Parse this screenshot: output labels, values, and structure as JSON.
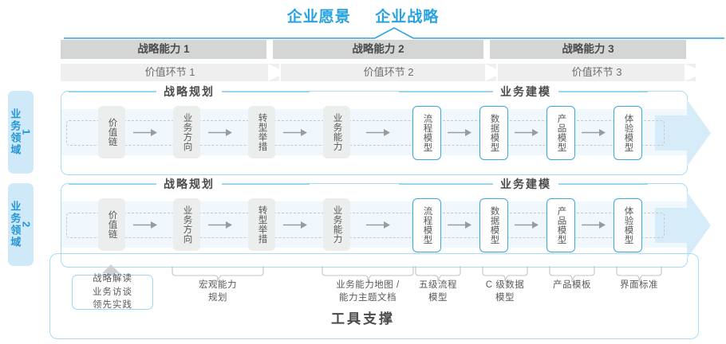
{
  "titles": [
    {
      "id": "enterprise-vision",
      "label": "企业愿景"
    },
    {
      "id": "enterprise-strategy",
      "label": "企业战略"
    }
  ],
  "capabilities": [
    {
      "label": "战略能力 1"
    },
    {
      "label": "战略能力 2"
    },
    {
      "label": "战略能力 3"
    }
  ],
  "value_links": [
    {
      "label": "价值环节 1"
    },
    {
      "label": "价值环节 2"
    },
    {
      "label": "价值环节 3"
    }
  ],
  "domains": [
    {
      "label": "业务领域",
      "num": "1"
    },
    {
      "label": "业务领域",
      "num": "2"
    }
  ],
  "sections": [
    {
      "label": "战略规划"
    },
    {
      "label": "业务建模"
    }
  ],
  "nodes": [
    {
      "label": "价值链",
      "style": "gray"
    },
    {
      "label": "业务方向",
      "style": "gray"
    },
    {
      "label": "转型举措",
      "style": "gray"
    },
    {
      "label": "业务能力",
      "style": "gray"
    },
    {
      "label": "流程模型",
      "style": "blue"
    },
    {
      "label": "数据模型",
      "style": "blue"
    },
    {
      "label": "产品模型",
      "style": "blue"
    },
    {
      "label": "体验模型",
      "style": "blue"
    }
  ],
  "tools": {
    "box": {
      "line1": "战略解读",
      "line2": "业务访谈",
      "line3": "领先实践"
    },
    "labels": [
      {
        "line1": "宏观能力",
        "line2": "规划"
      },
      {
        "line1": "业务能力地图 /",
        "line2": "能力主题文档"
      },
      {
        "line1": "五级流程",
        "line2": "模型"
      },
      {
        "line1": "C 级数据",
        "line2": "模型"
      },
      {
        "line1": "产品模板",
        "line2": ""
      },
      {
        "line1": "界面标准",
        "line2": ""
      }
    ],
    "title": "工具支撑"
  },
  "colors": {
    "accent_blue": "#29a3e0",
    "panel_border": "#a8dcf5",
    "cap_bar": "#d4d5d5",
    "value_bar": "#efefef",
    "band": "#f1f8fd",
    "node_gray": "#eceded",
    "node_blue_border": "#39a9e0",
    "text": "#58595b"
  }
}
